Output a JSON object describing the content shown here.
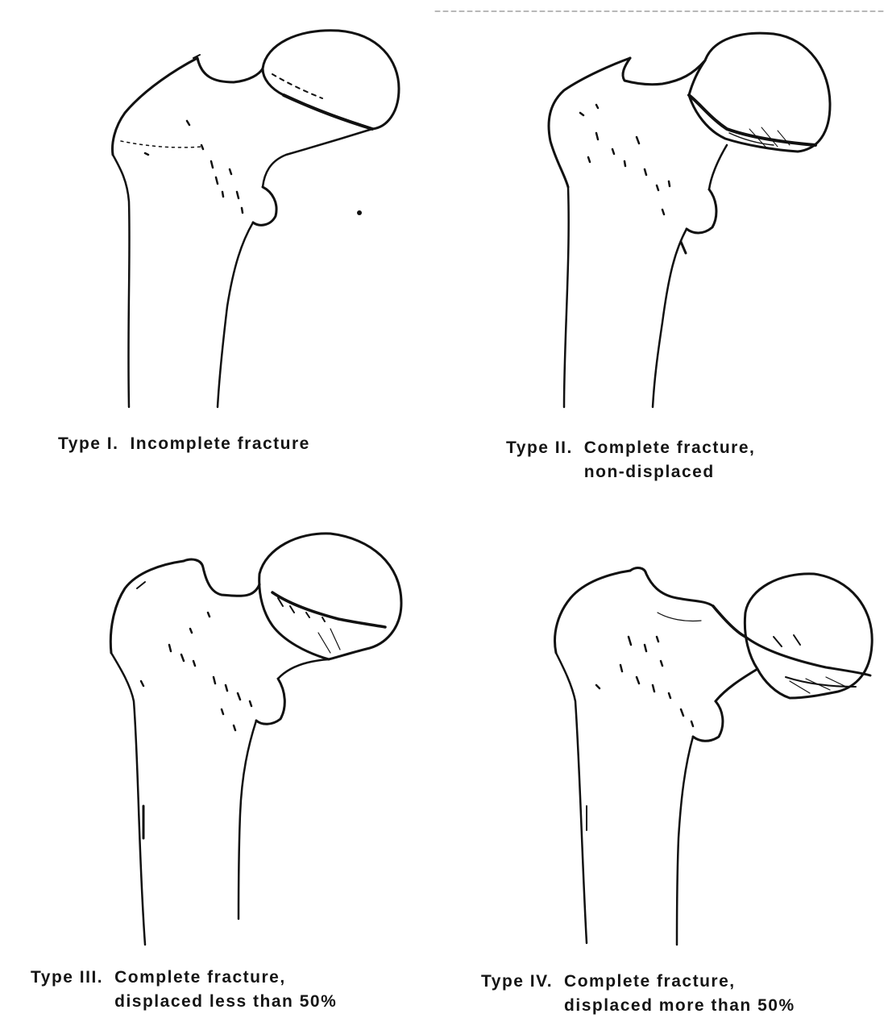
{
  "figure": {
    "panels": [
      {
        "type_label": "Type I.",
        "desc_lines": [
          "Incomplete fracture"
        ]
      },
      {
        "type_label": "Type II.",
        "desc_lines": [
          "Complete fracture,",
          "non-displaced"
        ]
      },
      {
        "type_label": "Type III.",
        "desc_lines": [
          "Complete fracture,",
          "displaced less than 50%"
        ]
      },
      {
        "type_label": "Type IV.",
        "desc_lines": [
          "Complete fracture,",
          "displaced more than 50%"
        ]
      }
    ]
  },
  "colors": {
    "ink": "#111111",
    "background": "#ffffff"
  }
}
